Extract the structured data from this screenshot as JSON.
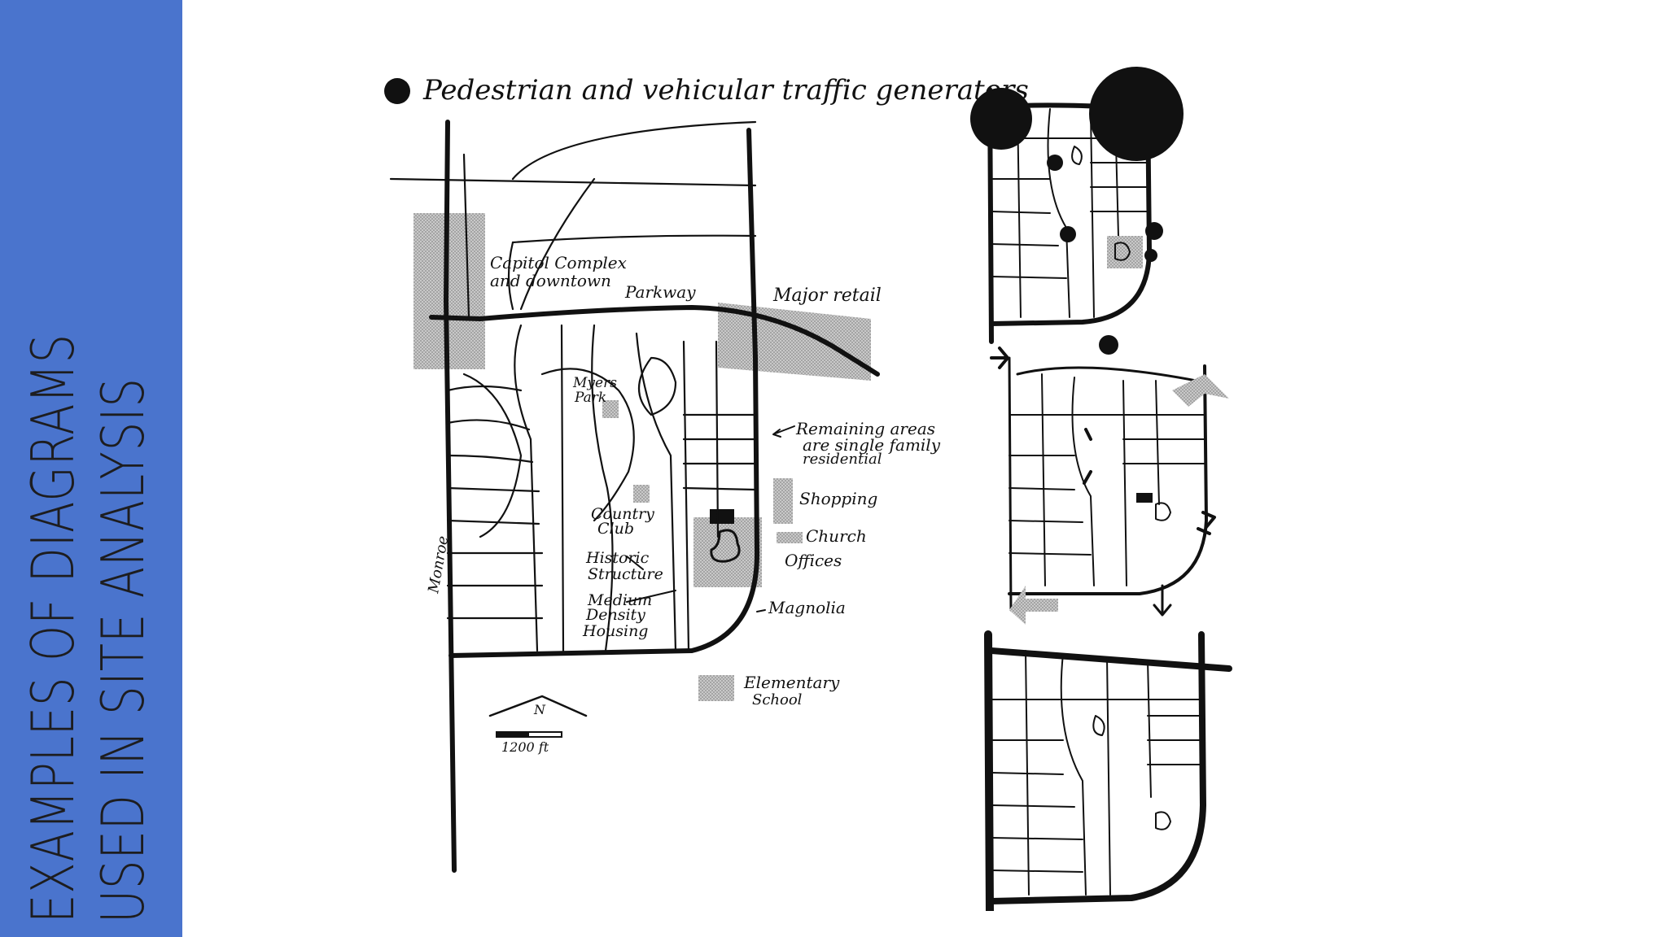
{
  "slide": {
    "title": "EXAMPLES OF DIAGRAMS USED IN SITE ANALYSIS",
    "accent_color": "#4a74cd"
  },
  "diagram": {
    "legend": "Pedestrian and vehicular traffic generators",
    "labels": {
      "capitol": "Capitol Complex",
      "downtown": "and downtown",
      "parkway": "Parkway",
      "major_retail": "Major retail",
      "myers_park_1": "Myers",
      "myers_park_2": "Park",
      "remaining_1": "Remaining areas",
      "remaining_2": "are single family",
      "remaining_3": "residential",
      "shopping": "Shopping",
      "country_1": "Country",
      "country_2": "Club",
      "church": "Church",
      "historic_1": "Historic",
      "historic_2": "Structure",
      "offices": "Offices",
      "medium_1": "Medium",
      "medium_2": "Density",
      "medium_3": "Housing",
      "magnolia": "Magnolia",
      "monroe": "Monroe",
      "elementary_1": "Elementary",
      "elementary_2": "School",
      "north": "N",
      "scale": "1200 ft"
    }
  }
}
